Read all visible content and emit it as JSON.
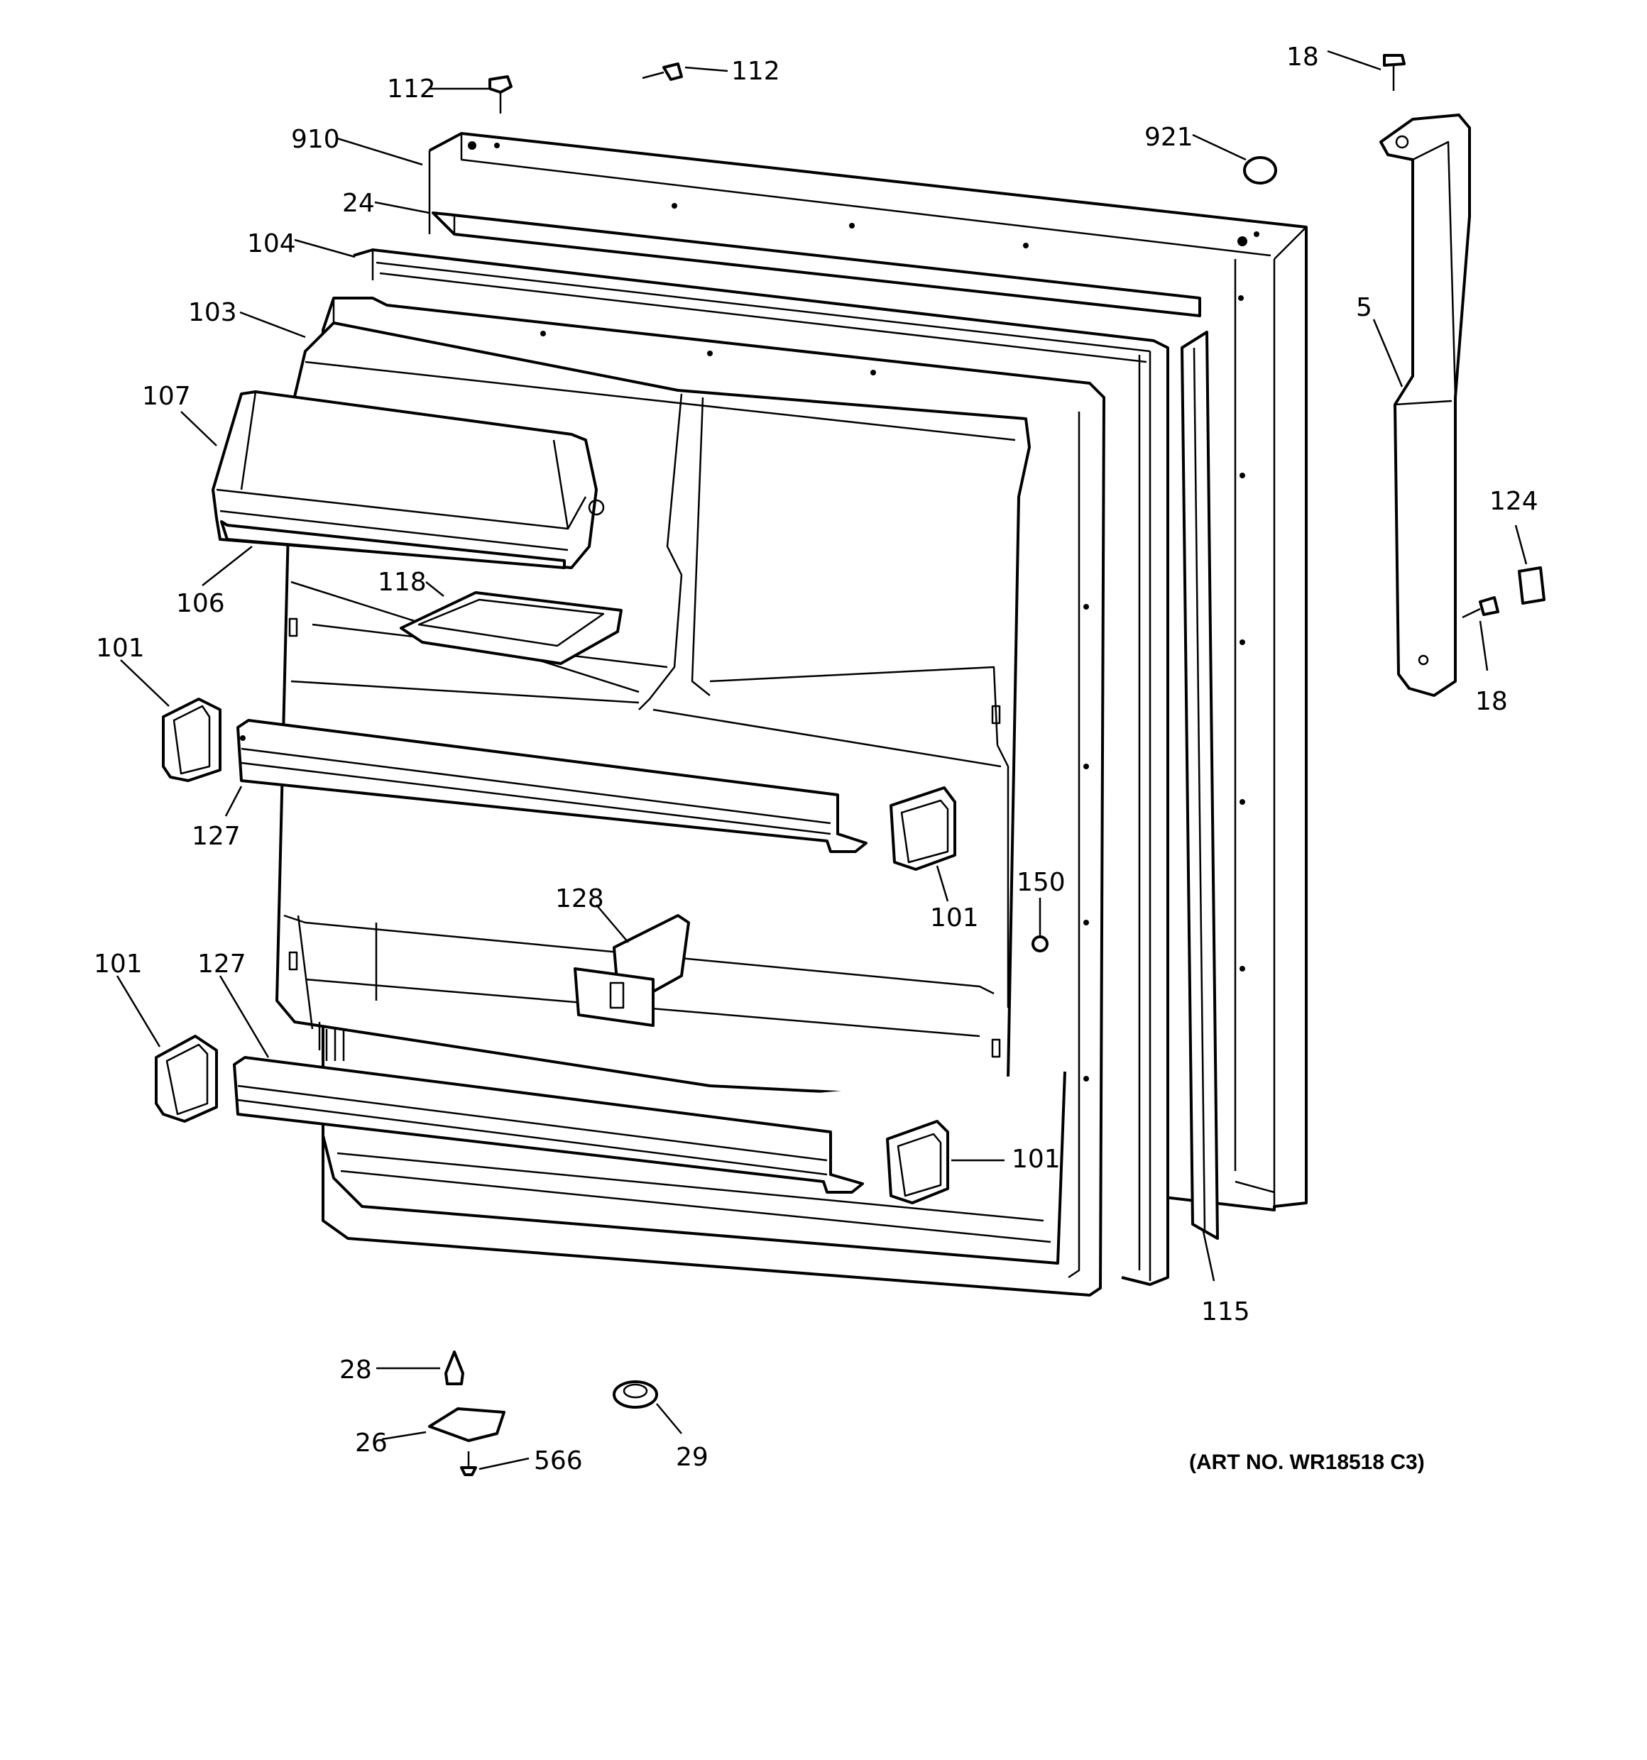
{
  "diagram": {
    "callouts": {
      "c112a": "112",
      "c112b": "112",
      "c18a": "18",
      "c910": "910",
      "c921": "921",
      "c24": "24",
      "c104": "104",
      "c103": "103",
      "c5": "5",
      "c107": "107",
      "c124": "124",
      "c106": "106",
      "c118": "118",
      "c18b": "18",
      "c101a": "101",
      "c127a": "127",
      "c150": "150",
      "c128": "128",
      "c101b": "101",
      "c101c": "101",
      "c127b": "127",
      "c101d": "101",
      "c115": "115",
      "c28": "28",
      "c26": "26",
      "c566": "566",
      "c29": "29"
    },
    "art_number": "(ART NO. WR18518 C3)"
  }
}
